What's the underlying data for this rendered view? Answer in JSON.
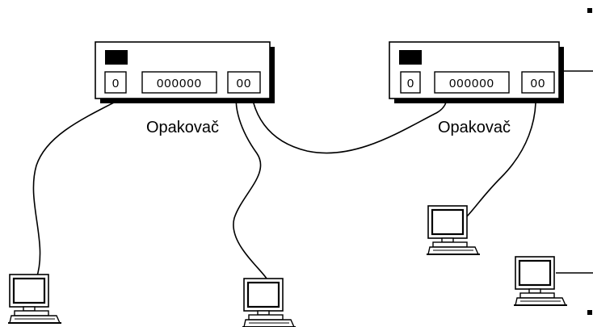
{
  "diagram": {
    "repeaters": [
      {
        "label": "Opakovač",
        "uplink_port": "0",
        "hub_ports": "000000",
        "pair_ports": "00"
      },
      {
        "label": "Opakovač",
        "uplink_port": "0",
        "hub_ports": "000000",
        "pair_ports": "00"
      }
    ],
    "colors": {
      "line": "#000000",
      "fill": "#ffffff",
      "screen_bezel": "#000000"
    },
    "icons": {
      "repeater": "network-repeater-icon",
      "computer": "desktop-computer-icon"
    }
  }
}
